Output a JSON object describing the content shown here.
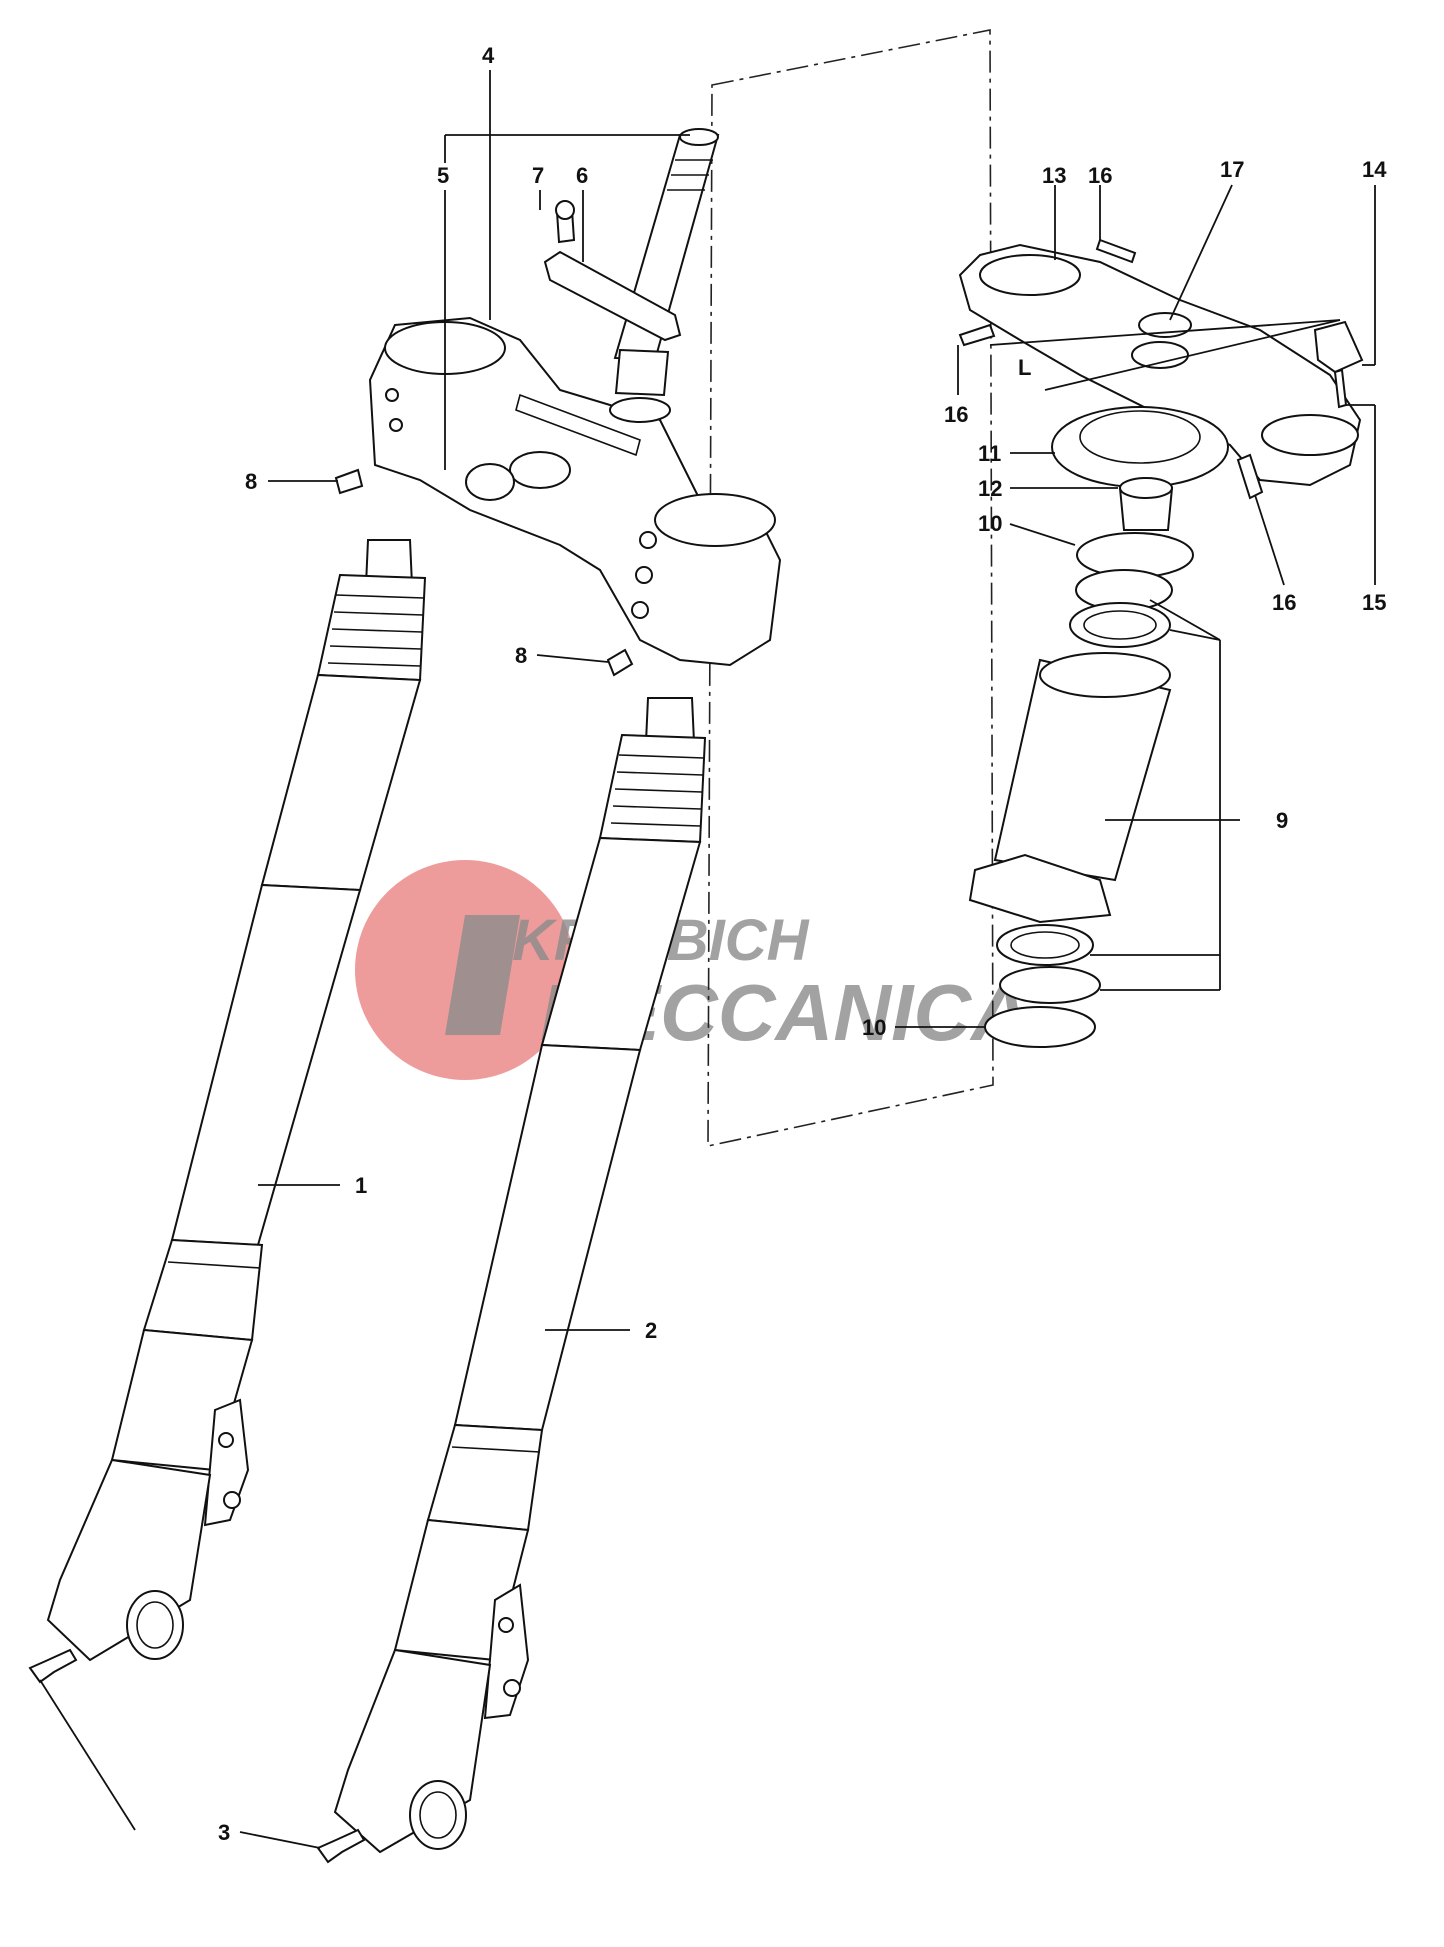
{
  "callouts": [
    {
      "id": "1",
      "text": "1"
    },
    {
      "id": "2",
      "text": "2"
    },
    {
      "id": "3",
      "text": "3"
    },
    {
      "id": "4",
      "text": "4"
    },
    {
      "id": "5",
      "text": "5"
    },
    {
      "id": "6",
      "text": "6"
    },
    {
      "id": "7",
      "text": "7"
    },
    {
      "id": "8a",
      "text": "8"
    },
    {
      "id": "8b",
      "text": "8"
    },
    {
      "id": "9",
      "text": "9"
    },
    {
      "id": "10a",
      "text": "10"
    },
    {
      "id": "10b",
      "text": "10"
    },
    {
      "id": "11",
      "text": "11"
    },
    {
      "id": "12",
      "text": "12"
    },
    {
      "id": "13",
      "text": "13"
    },
    {
      "id": "14",
      "text": "14"
    },
    {
      "id": "15",
      "text": "15"
    },
    {
      "id": "16a",
      "text": "16"
    },
    {
      "id": "16b",
      "text": "16"
    },
    {
      "id": "16c",
      "text": "16"
    },
    {
      "id": "17",
      "text": "17"
    },
    {
      "id": "L",
      "text": "L"
    }
  ],
  "watermark": {
    "line1": "KREJBICH",
    "line2": "MECCANICA",
    "accent_color": "#e87a7a",
    "text_color": "#8c8c8c"
  },
  "colors": {
    "line": "#111111",
    "background": "#ffffff"
  }
}
